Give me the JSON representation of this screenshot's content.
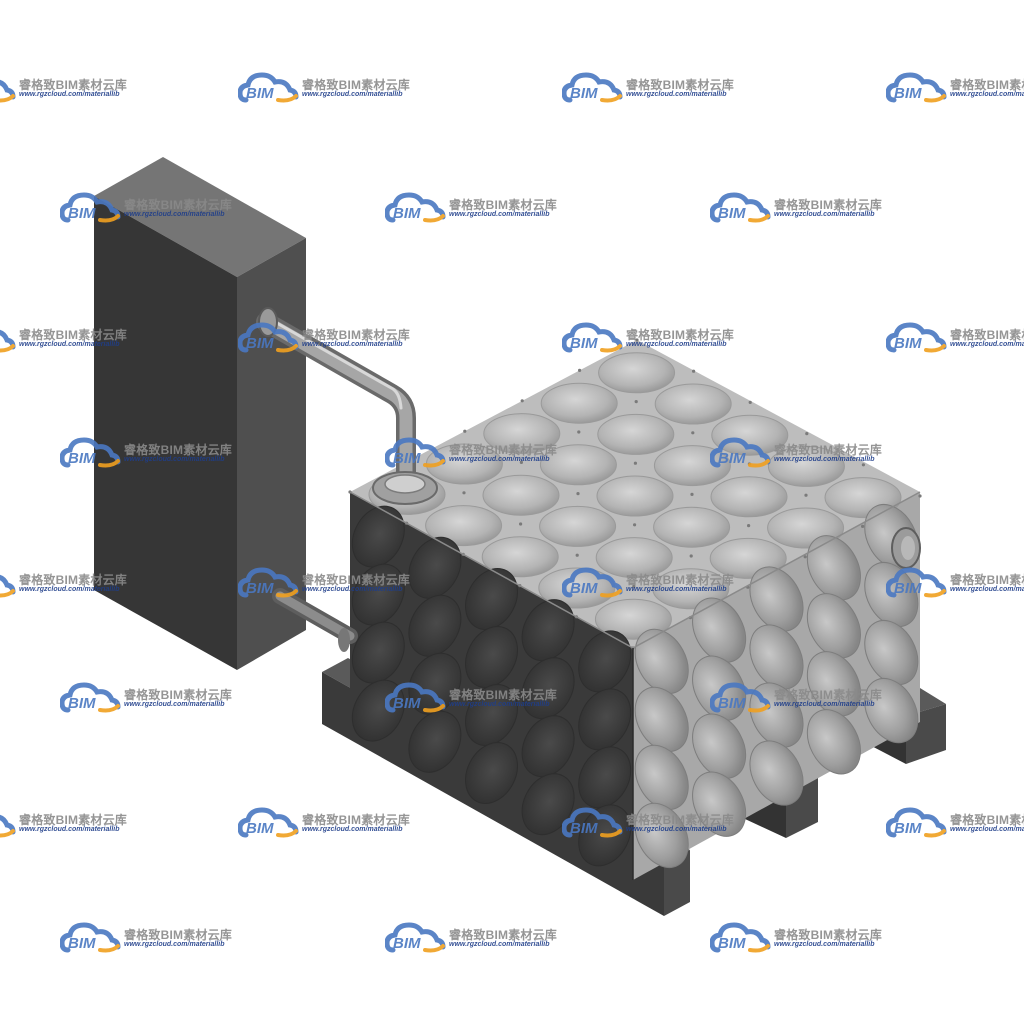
{
  "watermark": {
    "logo_text": "BIM",
    "title": "睿格致BIM素材云库",
    "url": "www.rgzcloud.com/materiallib",
    "logo_blue": "#4a78c2",
    "logo_orange": "#f0a020"
  },
  "colors": {
    "background": "#ffffff",
    "tank_top": "#b9b9b9",
    "tank_front": "#a3a3a3",
    "tank_left": "#3a3a3a",
    "column_front": "#363636",
    "column_side": "#4d4d4d",
    "column_top": "#757575",
    "pipe": "#8f8f8f",
    "base": "#3e3e3e"
  },
  "objects": [
    "tall-dark-column",
    "panel-water-tank",
    "connecting-pipe",
    "base-skids"
  ]
}
